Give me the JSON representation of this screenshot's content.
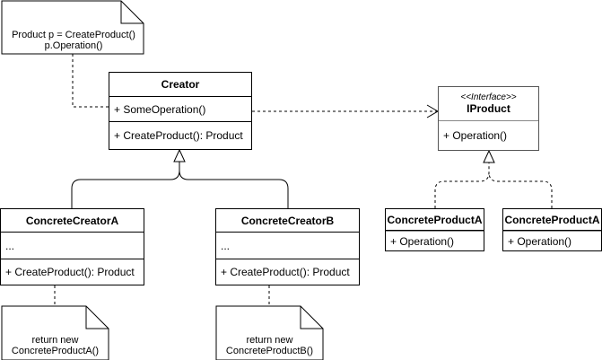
{
  "notes": {
    "top": {
      "line1": "Product p = CreateProduct()",
      "line2": "p.Operation()"
    },
    "a": {
      "line1": "return new",
      "line2": "ConcreteProductA()"
    },
    "b": {
      "line1": "return new",
      "line2": "ConcreteProductB()"
    }
  },
  "creator": {
    "name": "Creator",
    "op1": "+ SomeOperation()",
    "op2": "+ CreateProduct(): Product"
  },
  "iproduct": {
    "stereotype": "<<Interface>>",
    "name": "IProduct",
    "op": "+ Operation()"
  },
  "creator_a": {
    "name": "ConcreteCreatorA",
    "attrs": "...",
    "op": "+ CreateProduct(): Product"
  },
  "creator_b": {
    "name": "ConcreteCreatorB",
    "attrs": "...",
    "op": "+ CreateProduct(): Product"
  },
  "product_1": {
    "name": "ConcreteProductA",
    "op": "+ Operation()"
  },
  "product_2": {
    "name": "ConcreteProductA",
    "op": "+ Operation()"
  }
}
